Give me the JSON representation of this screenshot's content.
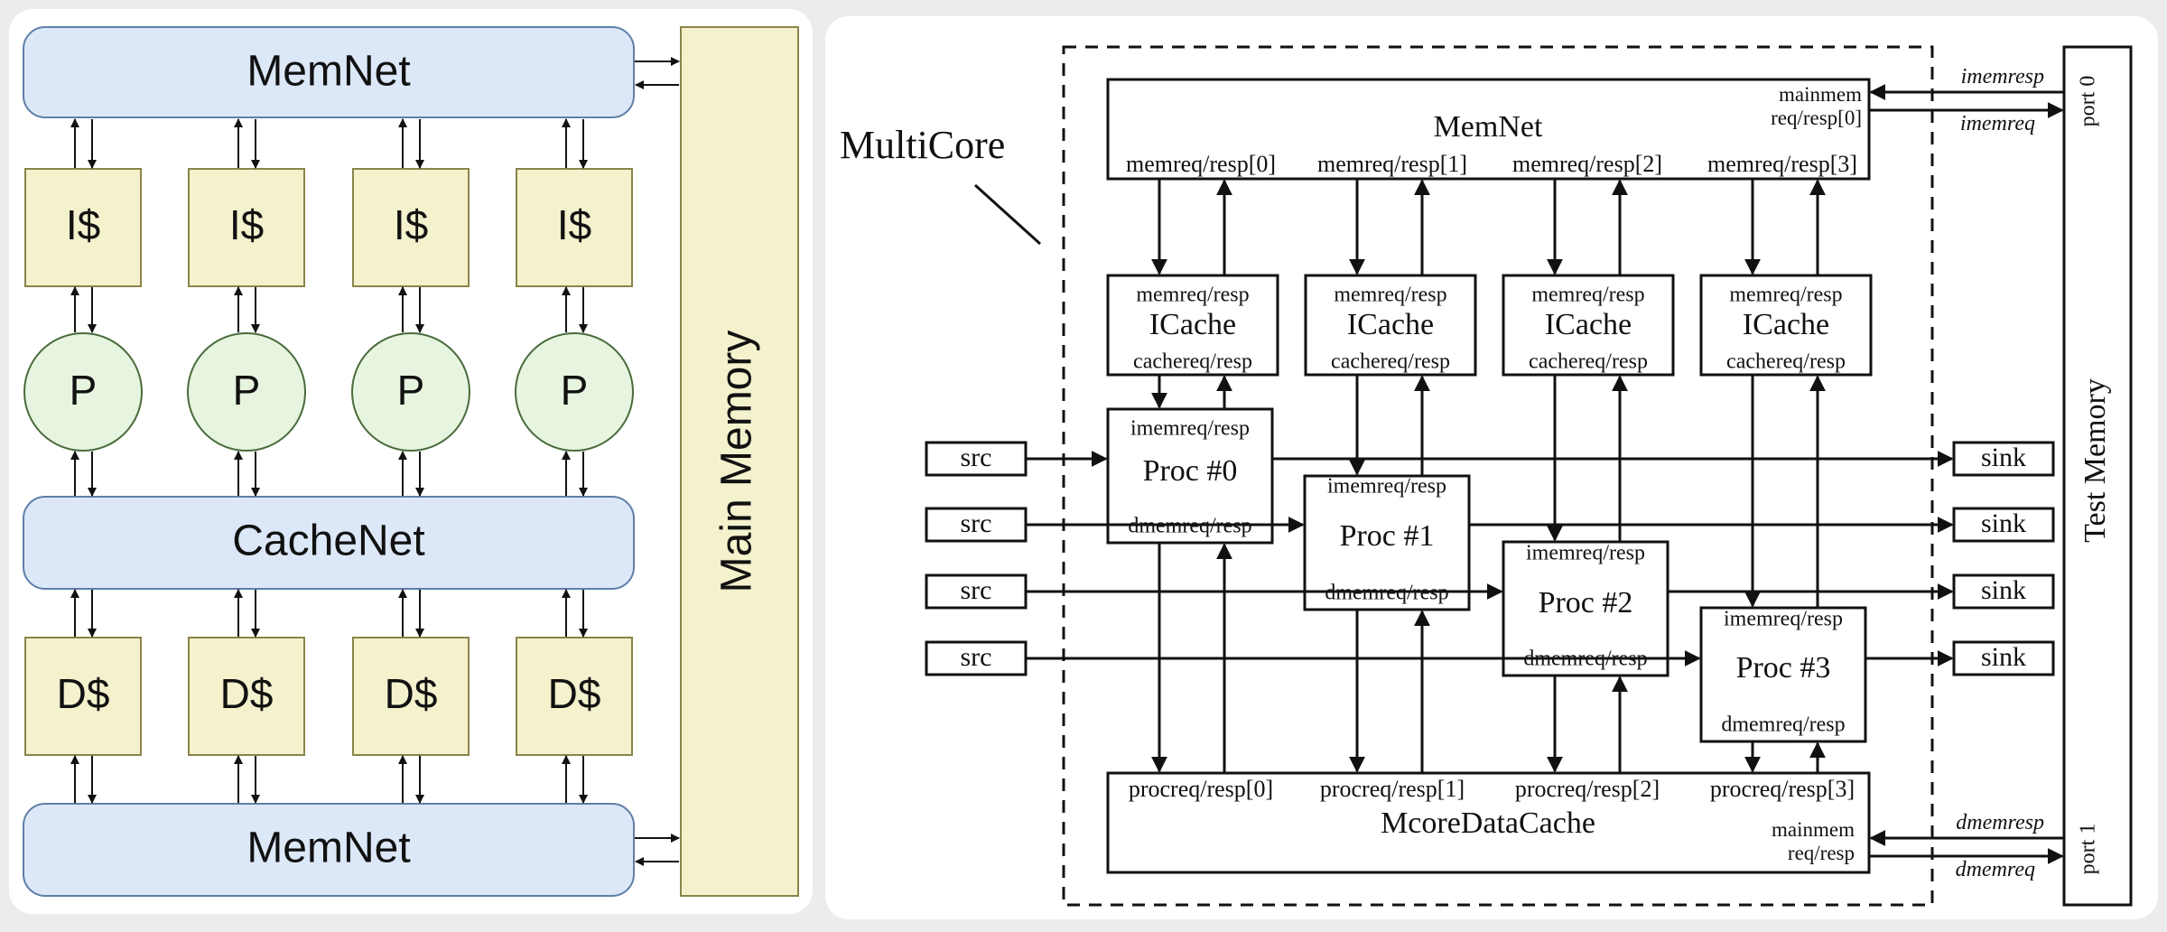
{
  "left": {
    "memnet_top": "MemNet",
    "icache": [
      "I$",
      "I$",
      "I$",
      "I$"
    ],
    "proc": [
      "P",
      "P",
      "P",
      "P"
    ],
    "cachenet": "CacheNet",
    "dcache": [
      "D$",
      "D$",
      "D$",
      "D$"
    ],
    "memnet_bottom": "MemNet",
    "main_memory": "Main Memory"
  },
  "right": {
    "multicore": "MultiCore",
    "memnet": {
      "title": "MemNet",
      "mainmem_1": "mainmem",
      "mainmem_2": "req/resp[0]",
      "ports": [
        "memreq/resp[0]",
        "memreq/resp[1]",
        "memreq/resp[2]",
        "memreq/resp[3]"
      ]
    },
    "icache": {
      "title": "ICache",
      "top": "memreq/resp",
      "bottom": "cachereq/resp"
    },
    "procs": [
      {
        "title": "Proc #0",
        "top": "imemreq/resp",
        "bottom": "dmemreq/resp"
      },
      {
        "title": "Proc #1",
        "top": "imemreq/resp",
        "bottom": "dmemreq/resp"
      },
      {
        "title": "Proc #2",
        "top": "imemreq/resp",
        "bottom": "dmemreq/resp"
      },
      {
        "title": "Proc #3",
        "top": "imemreq/resp",
        "bottom": "dmemreq/resp"
      }
    ],
    "src": [
      "src",
      "src",
      "src",
      "src"
    ],
    "sink": [
      "sink",
      "sink",
      "sink",
      "sink"
    ],
    "dcache": {
      "title": "McoreDataCache",
      "ports": [
        "procreq/resp[0]",
        "procreq/resp[1]",
        "procreq/resp[2]",
        "procreq/resp[3]"
      ],
      "mainmem_1": "mainmem",
      "mainmem_2": "req/resp"
    },
    "test_memory": "Test Memory",
    "port0": "port 0",
    "port1": "port 1",
    "imemresp": "imemresp",
    "imemreq": "imemreq",
    "dmemresp": "dmemresp",
    "dmemreq": "dmemreq"
  }
}
